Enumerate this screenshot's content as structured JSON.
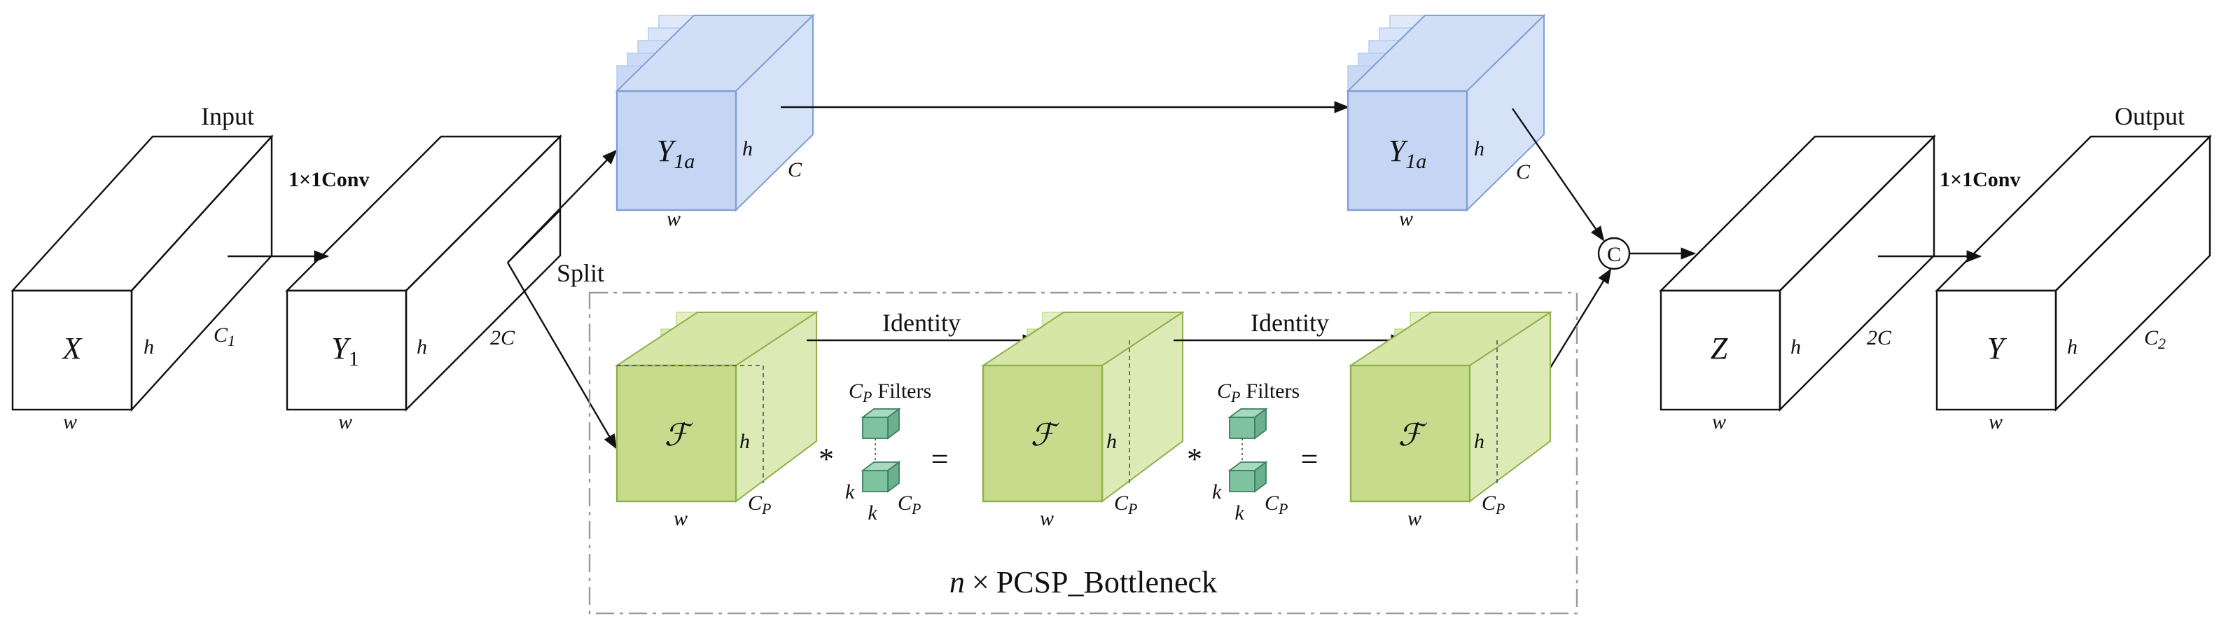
{
  "labels": {
    "input": "Input",
    "output": "Output",
    "conv_left": "1×1Conv",
    "conv_right": "1×1Conv",
    "split": "Split",
    "identity_1": "Identity",
    "identity_2": "Identity",
    "filters_1": "C",
    "filters_1_sub": "P",
    "filters_1_word": "Filters",
    "filters_2": "C",
    "filters_2_sub": "P",
    "filters_2_word": "Filters",
    "concat": "C",
    "star_1": "*",
    "star_2": "*",
    "equals_1": "=",
    "equals_2": "=",
    "bottleneck_n": "n",
    "bottleneck_times": "×",
    "bottleneck_name": "PCSP_Bottleneck"
  },
  "tensors": {
    "x": {
      "name": "X",
      "sub": "",
      "h": "h",
      "w": "w",
      "c": "C",
      "c_sub": "1"
    },
    "y1": {
      "name": "Y",
      "sub": "1",
      "h": "h",
      "w": "w",
      "c": "2C",
      "c_sub": ""
    },
    "y1a_top": {
      "name": "Y",
      "sub": "1a",
      "h": "h",
      "w": "w",
      "c": "C",
      "c_sub": ""
    },
    "y1a_right": {
      "name": "Y",
      "sub": "1a",
      "h": "h",
      "w": "w",
      "c": "C",
      "c_sub": ""
    },
    "f1": {
      "name": "ℱ",
      "h": "h",
      "w": "w",
      "c": "C",
      "c_sub": "P"
    },
    "f2": {
      "name": "ℱ",
      "h": "h",
      "w": "w",
      "c": "C",
      "c_sub": "P"
    },
    "f3": {
      "name": "ℱ",
      "h": "h",
      "w": "w",
      "c": "C",
      "c_sub": "P"
    },
    "z": {
      "name": "Z",
      "sub": "",
      "h": "h",
      "w": "w",
      "c": "2C",
      "c_sub": ""
    },
    "y": {
      "name": "Y",
      "sub": "",
      "h": "h",
      "w": "w",
      "c": "C",
      "c_sub": "2"
    }
  },
  "kernels": {
    "k1": {
      "k_side": "k",
      "k_bottom": "k",
      "c": "C",
      "c_sub": "P"
    },
    "k2": {
      "k_side": "k",
      "k_bottom": "k",
      "c": "C",
      "c_sub": "P"
    }
  },
  "colors": {
    "blue_face": "#c9d9f5",
    "blue_stroke": "#7f9fd6",
    "green_face": "#c6dc8c",
    "green_light": "#dcebb5",
    "green_stroke": "#8fb04d",
    "kernel_fill": "#7fc2a0",
    "kernel_stroke": "#3e7f5e",
    "dash_box": "#9a9a9a"
  }
}
